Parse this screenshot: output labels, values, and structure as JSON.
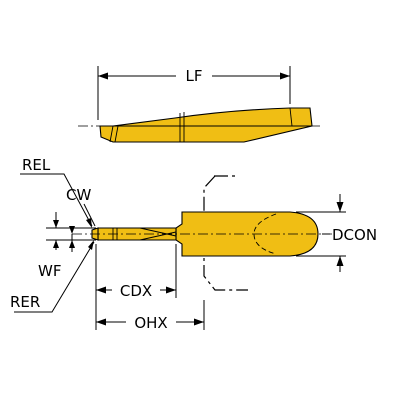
{
  "colors": {
    "tool_body": "#f0be14",
    "outline": "#000000"
  },
  "labels": {
    "lf": "LF",
    "rel": "REL",
    "cw": "CW",
    "wf": "WF",
    "rer": "RER",
    "cdx": "CDX",
    "ohx": "OHX",
    "dcon": "DCON"
  }
}
